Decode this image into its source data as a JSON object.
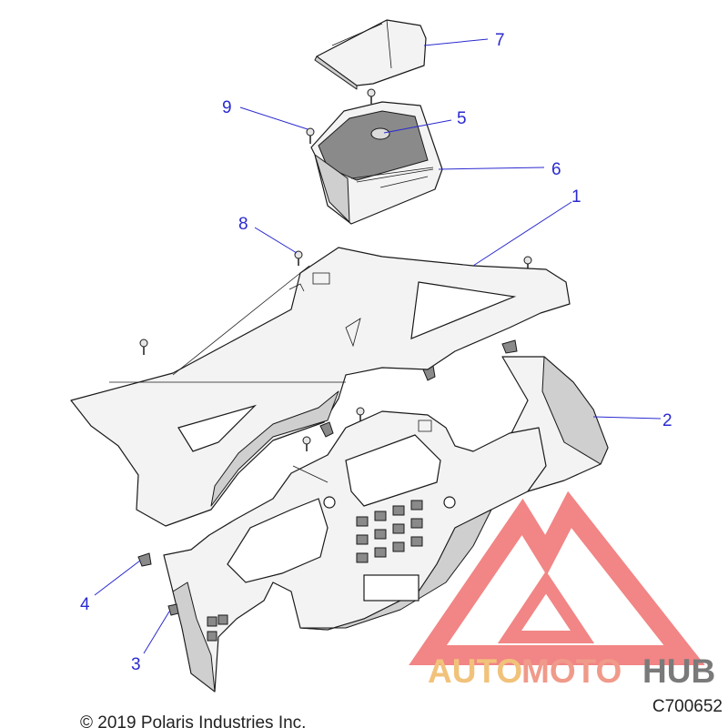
{
  "callouts": [
    {
      "number": "1"
    },
    {
      "number": "2"
    },
    {
      "number": "3"
    },
    {
      "number": "4"
    },
    {
      "number": "5"
    },
    {
      "number": "6"
    },
    {
      "number": "7"
    },
    {
      "number": "8"
    },
    {
      "number": "9"
    }
  ],
  "copyright": "© 2019 Polaris Industries Inc.",
  "figure_code": "C700652",
  "watermark": {
    "part1": "AUTO",
    "part2": "MOTO",
    "part3": "HUB",
    "colors": {
      "auto": "#f1c27a",
      "moto": "#f09a8a",
      "hub": "#7a7a7a",
      "logo": "#f07070"
    }
  },
  "colors": {
    "callout": "#2a2ad0",
    "line": "#1a1a1a",
    "part_fill": "#f3f3f3"
  }
}
